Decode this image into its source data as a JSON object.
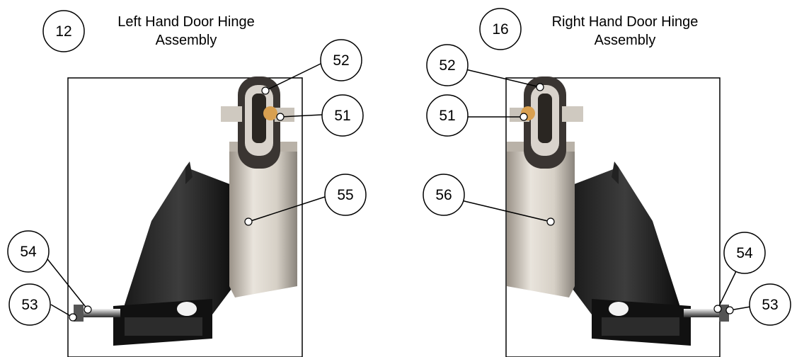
{
  "left": {
    "number": "12",
    "title_line1": "Left Hand Door Hinge",
    "title_line2": "Assembly",
    "callouts": [
      "52",
      "51",
      "55",
      "54",
      "53"
    ]
  },
  "right": {
    "number": "16",
    "title_line1": "Right Hand Door Hinge",
    "title_line2": "Assembly",
    "callouts": [
      "52",
      "51",
      "56",
      "54",
      "53"
    ]
  }
}
